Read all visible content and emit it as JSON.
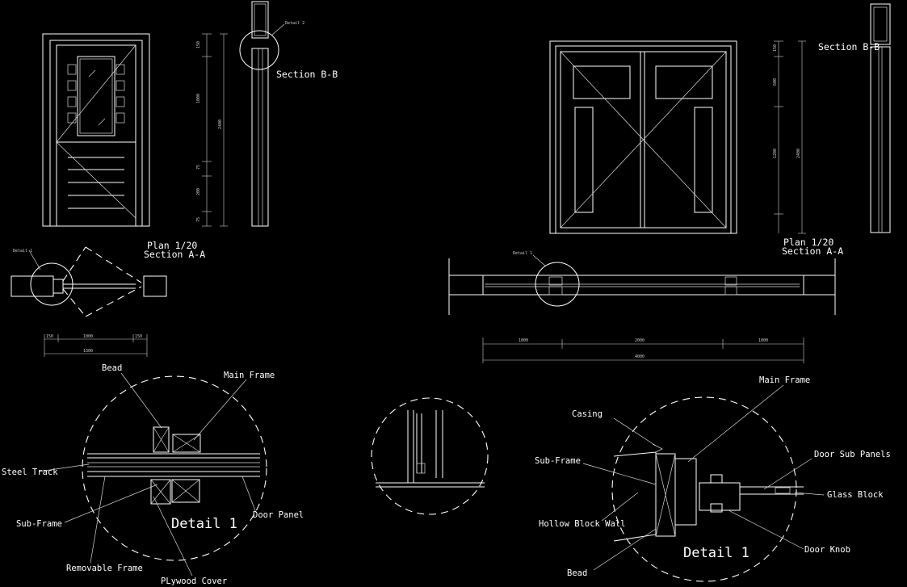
{
  "colors": {
    "background": "#000000",
    "lines": "#ffffff"
  },
  "left_door": {
    "section_title": "Section B-B",
    "detail_callout": "Detail 2",
    "plan_scale": "Plan 1/20",
    "plan_section": "Section A-A",
    "plan_detail_callout": "Detail 1",
    "vertical_dims": [
      "150",
      "1000",
      "75",
      "200",
      "75"
    ],
    "vertical_total": "2400",
    "plan_dims": [
      "150",
      "1000",
      "150"
    ],
    "plan_total": "1300"
  },
  "right_door": {
    "section_title": "Section B-B",
    "plan_scale": "Plan 1/20",
    "plan_section": "Section A-A",
    "plan_detail_callout": "Detail 1",
    "vertical_dims": [
      "150",
      "600",
      "1200"
    ],
    "vertical_total": "2400",
    "plan_dims": [
      "1000",
      "2000",
      "1000"
    ],
    "plan_total": "4000"
  },
  "detail_left": {
    "title": "Detail 1",
    "labels": {
      "bead": "Bead",
      "main_frame": "Main Frame",
      "steel_track": "Steel Track",
      "sub_frame": "Sub-Frame",
      "door_panel": "Door Panel",
      "removable_frame": "Removable Frame",
      "plywood_cover": "PLywood Cover"
    }
  },
  "detail_right": {
    "title": "Detail 1",
    "labels": {
      "main_frame": "Main Frame",
      "casing": "Casing",
      "sub_frame": "Sub-Frame",
      "door_sub_panels": "Door Sub Panels",
      "glass_block": "Glass Block",
      "hollow_block_wall": "Hollow Block Wall",
      "door_knob": "Door Knob",
      "bead": "Bead"
    }
  }
}
